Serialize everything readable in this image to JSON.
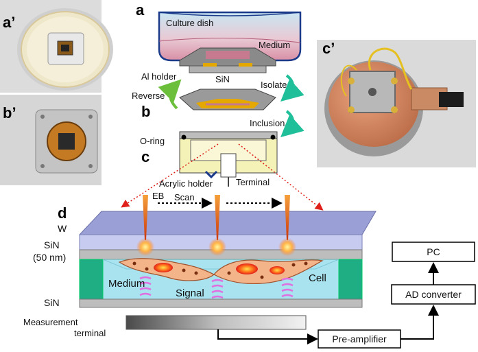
{
  "panel_letters": {
    "a_prime": "a’",
    "b_prime": "b’",
    "c_prime": "c’",
    "a": "a",
    "b": "b",
    "c": "c",
    "d": "d"
  },
  "schematic_labels": {
    "culture_dish": "Culture dish",
    "medium": "Medium",
    "al_holder": "Al holder",
    "sin": "SiN",
    "isolate": "Isolate",
    "reverse": "Reverse",
    "inclusion": "Inclusion",
    "o_ring": "O-ring",
    "acrylic_holder": "Acrylic holder",
    "terminal": "Terminal"
  },
  "measurement_labels": {
    "eb": "EB",
    "scan": "Scan",
    "w": "W",
    "sin_top": "SiN",
    "sin_thickness": "(50 nm)",
    "medium": "Medium",
    "cell": "Cell",
    "signal": "Signal",
    "sin_bottom": "SiN",
    "measurement_terminal_line1": "Measurement",
    "measurement_terminal_line2": "terminal"
  },
  "signal_chain": {
    "pre_amplifier": "Pre-amplifier",
    "ad_converter": "AD converter",
    "pc": "PC"
  },
  "colors": {
    "electron_beam": "#e8701a",
    "arrow_teal": "#1fbf9a",
    "arrow_green": "#6cbf3a",
    "red_dotted": "#e0201a",
    "tungsten_layer": "#9a9fd6",
    "sin_layer": "#b8bce8",
    "medium_fill": "#a9e3ef",
    "spacer_green": "#1fae84",
    "cell_fill": "#f3b48a"
  }
}
